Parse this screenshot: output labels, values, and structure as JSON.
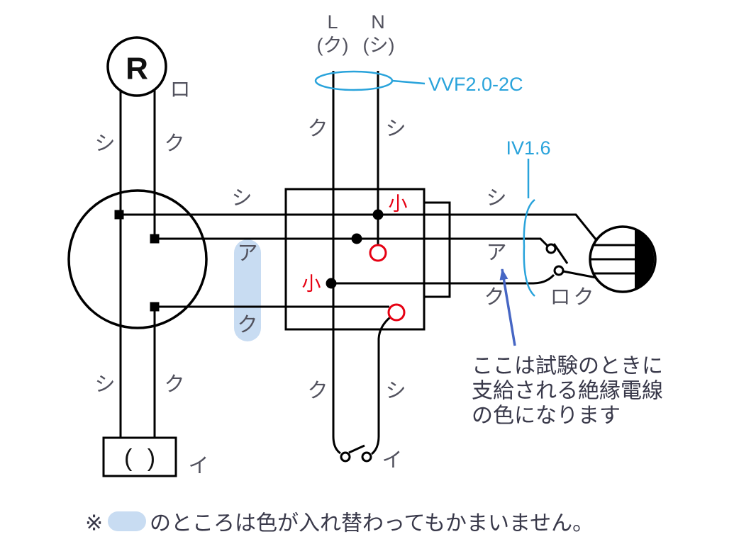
{
  "power": {
    "l": "L",
    "n": "N",
    "l_wire": "(ク)",
    "n_wire": "(シ)"
  },
  "cables": {
    "vvf": "VVF2.0-2C",
    "iv": "IV1.6"
  },
  "receptacle": {
    "symbol": "R",
    "circuit": "ロ",
    "wire_left": "シ",
    "wire_right": "ク"
  },
  "box_wires": {
    "top": "シ",
    "mid": "ア",
    "bottom": "ク"
  },
  "source_wires": {
    "l": "ク",
    "n": "シ"
  },
  "right_wires": {
    "top": "シ",
    "mid": "ア",
    "bottom": "ク",
    "switch_name": "ロ",
    "switch_wire": "ク"
  },
  "lower_left_wires": {
    "left": "シ",
    "right": "ク"
  },
  "lower_mid_wires": {
    "l": "ク",
    "n": "シ"
  },
  "ceiling": {
    "symbol": "( )",
    "circuit": "イ"
  },
  "bottom_switch": {
    "name": "イ"
  },
  "sleeves": {
    "top": "小",
    "left": "小"
  },
  "annotation": {
    "line1": "ここは試験のときに",
    "line2": "支給される絶縁電線",
    "line3": "の色になります"
  },
  "note": {
    "mark": "※",
    "text": "のところは色が入れ替わってもかまいません。"
  },
  "colors": {
    "wire": "#000000",
    "label": "#52525e",
    "red": "#e60012",
    "cyan": "#29a3db",
    "arrow": "#4666c4",
    "highlight": "#c8dcf2",
    "text": "#39394a"
  }
}
